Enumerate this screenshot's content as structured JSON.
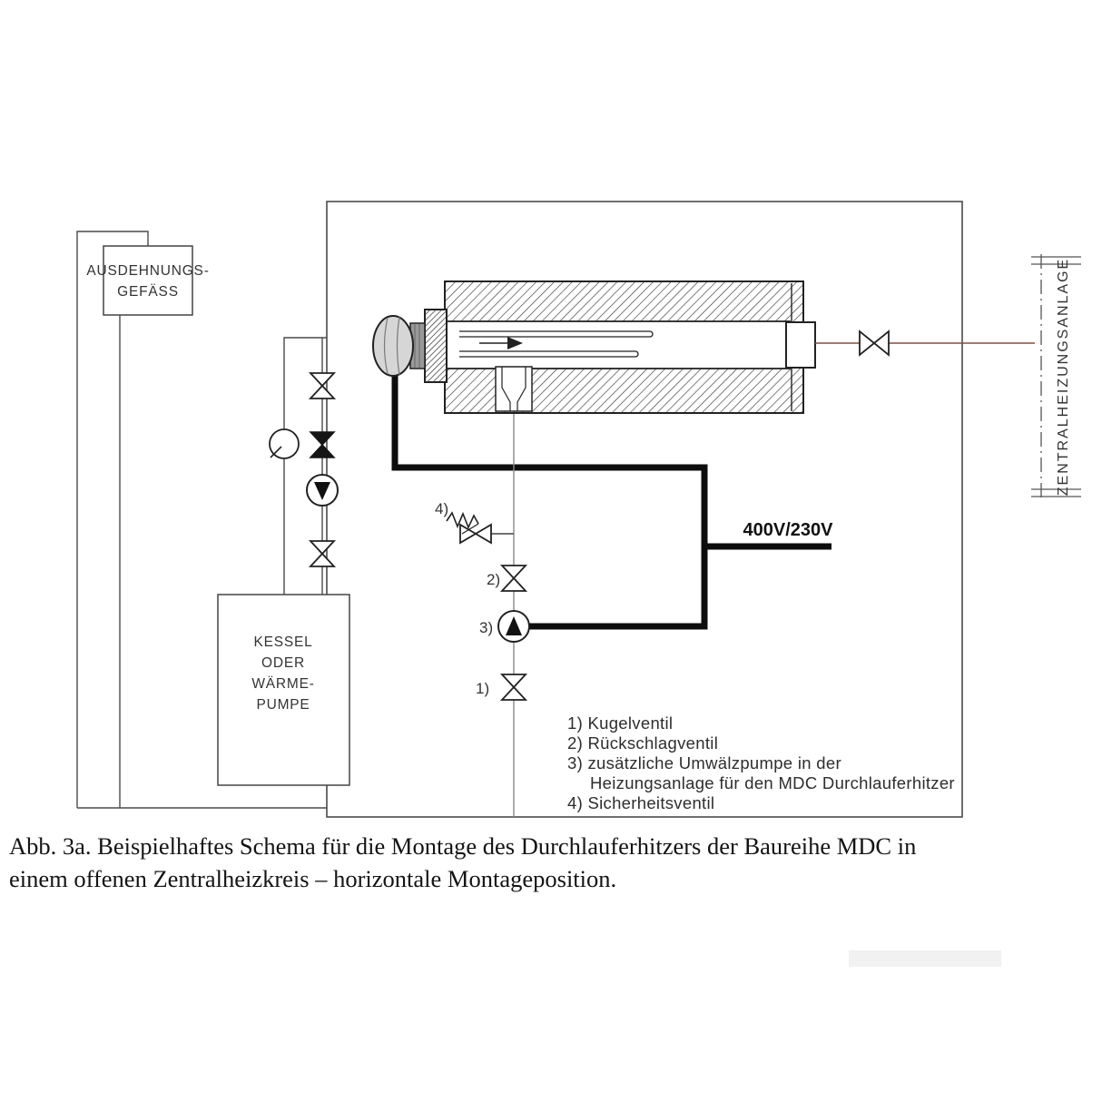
{
  "figure": {
    "expansion_vessel": {
      "line1": "AUSDEHNUNGS-",
      "line2": "GEFÄSS"
    },
    "boiler": {
      "line1": "KESSEL",
      "line2": "ODER",
      "line3": "WÄRME-",
      "line4": "PUMPE"
    },
    "central_heating": "ZENTRALHEIZUNGSANLAGE",
    "power": "400V/230V",
    "markers": {
      "m1": "1)",
      "m2": "2)",
      "m3": "3)",
      "m4": "4)"
    },
    "legend": [
      "1) Kugelventil",
      "2) Rückschlagventil",
      "3) zusätzliche Umwälzpumpe in der",
      "Heizungsanlage für den MDC Durchlauferhitzer",
      "4) Sicherheitsventil"
    ],
    "caption": {
      "line1": "Abb. 3a. Beispielhaftes Schema für die Montage des Durchlauferhitzers der Baureihe MDC in",
      "line2": "einem offenen Zentralheizkreis – horizontale Montageposition."
    },
    "colors": {
      "line": "#4a4a4a",
      "pipe_right": "#8b4a3b",
      "cable": "#0d0d0d"
    }
  }
}
